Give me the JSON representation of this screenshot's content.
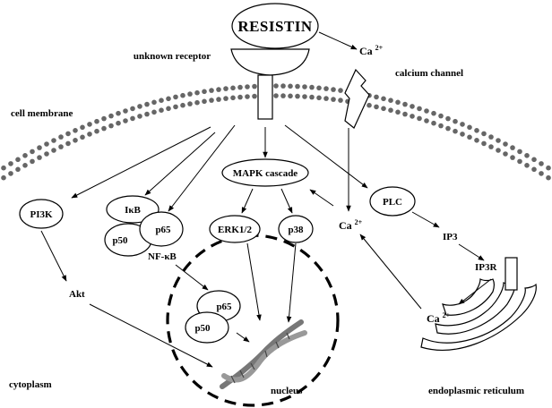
{
  "diagram": {
    "resistin": "RESISTIN",
    "unknown_receptor": "unknown receptor",
    "calcium_channel": "calcium channel",
    "cell_membrane": "cell membrane",
    "ca_out_base": "Ca",
    "ca_out_sup": "2+",
    "ca_mid_base": "Ca",
    "ca_mid_sup": "2+",
    "ca_er_base": "Ca",
    "ca_er_sup": "2+",
    "mapk": "MAPK cascade",
    "pi3k": "PI3K",
    "ikb": "IκB",
    "p65_a": "p65",
    "p50_a": "p50",
    "nfkb": "NF-κB",
    "erk": "ERK1/2",
    "p38": "p38",
    "plc": "PLC",
    "ip3": "IP3",
    "ip3r": "IP3R",
    "akt": "Akt",
    "p65_b": "p65",
    "p50_b": "p50",
    "cytoplasm": "cytoplasm",
    "nucleus": "nucleus",
    "er": "endoplasmic reticulum"
  }
}
